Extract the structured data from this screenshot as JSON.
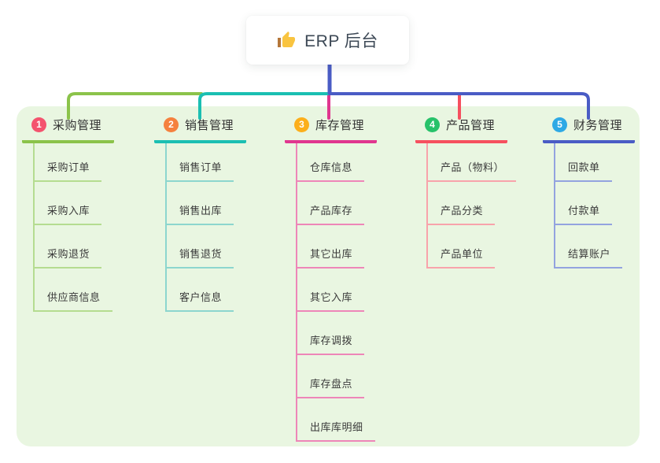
{
  "root": {
    "label": "ERP 后台",
    "icon": "thumbs-up-icon",
    "icon_color": "#f9c440",
    "icon_cuff_color": "#b5773a",
    "text_color": "#3d4956"
  },
  "branches": [
    {
      "badge": "1",
      "label": "采购管理",
      "color": "#8bc34a",
      "light_color": "#b5dc90",
      "badge_color": "#f4536e",
      "items": [
        "采购订单",
        "采购入库",
        "采购退货",
        "供应商信息"
      ]
    },
    {
      "badge": "2",
      "label": "销售管理",
      "color": "#1bbfb2",
      "light_color": "#8cd6ce",
      "badge_color": "#f5813e",
      "items": [
        "销售订单",
        "销售出库",
        "销售退货",
        "客户信息"
      ]
    },
    {
      "badge": "3",
      "label": "库存管理",
      "color": "#e0368f",
      "light_color": "#ee86b8",
      "badge_color": "#fcaf1b",
      "items": [
        "仓库信息",
        "产品库存",
        "其它出库",
        "其它入库",
        "库存调拨",
        "库存盘点",
        "出库库明细"
      ]
    },
    {
      "badge": "4",
      "label": "产品管理",
      "color": "#f6505f",
      "light_color": "#f8a3ab",
      "badge_color": "#27c26a",
      "items": [
        "产品（物料）",
        "产品分类",
        "产品单位"
      ]
    },
    {
      "badge": "5",
      "label": "财务管理",
      "color": "#4a5cc5",
      "light_color": "#93a3df",
      "badge_color": "#2ea9e5",
      "items": [
        "回款单",
        "付款单",
        "结算账户"
      ]
    }
  ],
  "colors": {
    "panel_background": "#e9f6e1",
    "root_stem": "#4a5cc5",
    "canvas_background": "#ffffff"
  }
}
